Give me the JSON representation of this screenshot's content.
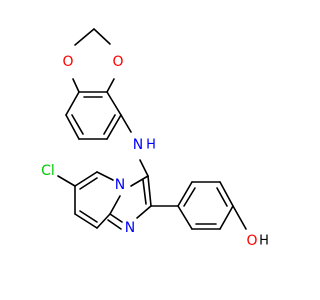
{
  "molecule": {
    "atom_labels": {
      "o1": "O",
      "o2": "O",
      "n_amine": "N",
      "h_amine": "H",
      "cl": "Cl",
      "n_bridge": "N",
      "n_ring": "N",
      "o_hydroxyl": "O",
      "h_hydroxyl": "H"
    },
    "colors": {
      "bond": "#000000",
      "oxygen": "#ff0000",
      "nitrogen": "#0000ff",
      "chlorine": "#00cc00",
      "background": "#ffffff"
    }
  }
}
